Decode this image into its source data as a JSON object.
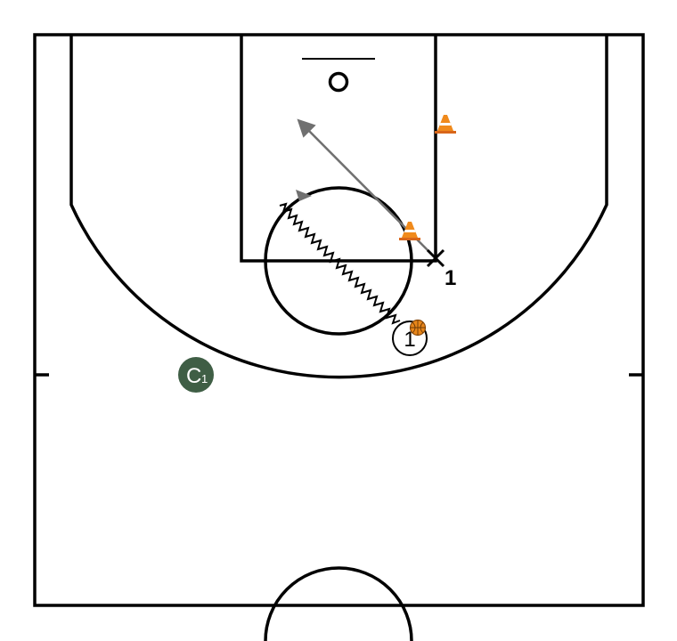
{
  "players": {
    "offense_1": {
      "label": "1"
    },
    "spot_x": {
      "label": "1"
    },
    "coach": {
      "label": "C",
      "sub": "1",
      "color": "#3f5e45"
    }
  },
  "colors": {
    "court_lines": "#000000",
    "pass_arrow": "#707070",
    "cone_orange": "#f08a1c",
    "ball": "#e8861a"
  },
  "icons": [
    "basketball-icon",
    "cone-icon",
    "cone-icon"
  ]
}
